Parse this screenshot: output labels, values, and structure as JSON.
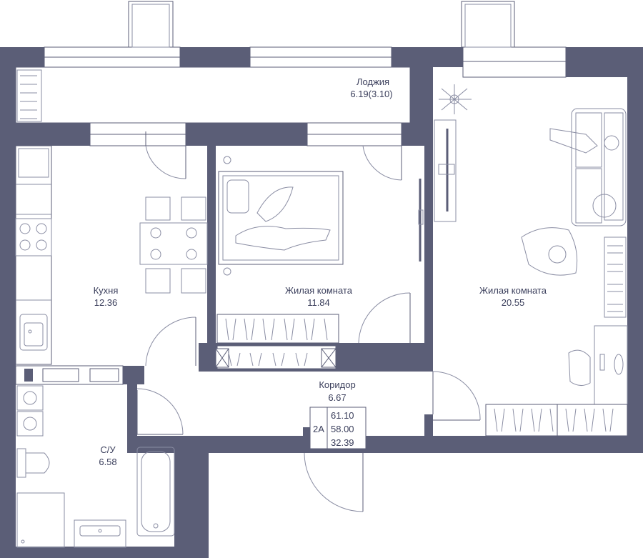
{
  "colors": {
    "wall": "#5b5e77",
    "text": "#3b3f5c",
    "background": "#ffffff"
  },
  "rooms": {
    "loggia": {
      "name": "Лоджия",
      "area": "6.19(3.10)"
    },
    "kitchen": {
      "name": "Кухня",
      "area": "12.36"
    },
    "living_small": {
      "name": "Жилая комната",
      "area": "11.84"
    },
    "living_large": {
      "name": "Жилая комната",
      "area": "20.55"
    },
    "corridor": {
      "name": "Коридор",
      "area": "6.67"
    },
    "bathroom": {
      "name": "С/У",
      "area": "6.58"
    }
  },
  "apartment": {
    "type": "2А",
    "total_area": "61.10",
    "area_without_loggia": "58.00",
    "living_area": "32.39"
  },
  "icons": [
    "sink-icon",
    "stove-icon",
    "toilet-icon",
    "bathtub-icon",
    "washbasin-icon",
    "bed-icon",
    "sofa-icon",
    "armchair-icon",
    "plant-icon",
    "tv-icon",
    "desk-icon",
    "dining-table-icon",
    "wardrobe-icon",
    "door-icon",
    "window-icon"
  ]
}
